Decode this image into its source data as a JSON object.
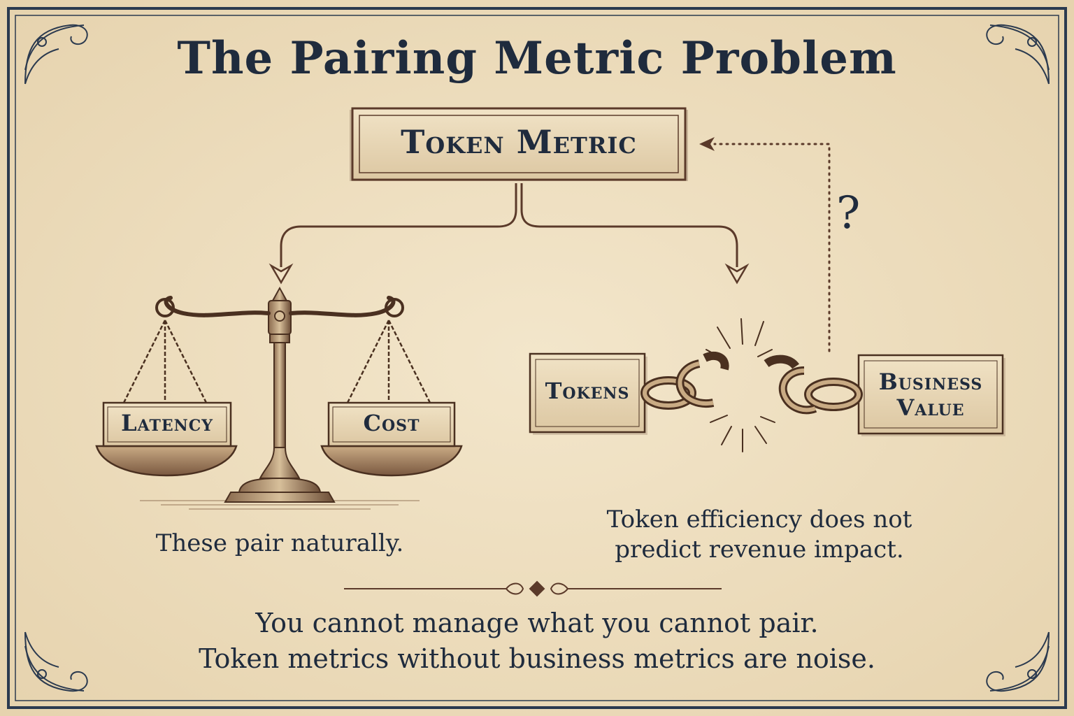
{
  "title": "The Pairing Metric Problem",
  "token_metric": {
    "label": "Token Metric"
  },
  "scale": {
    "left_pan": "Latency",
    "right_pan": "Cost",
    "caption": "These pair naturally."
  },
  "chain": {
    "left_block": "Tokens",
    "right_block_line1": "Business",
    "right_block_line2": "Value",
    "question": "?",
    "caption_line1": "Token efficiency does not",
    "caption_line2": "predict revenue impact."
  },
  "footer": {
    "line1": "You cannot manage what you cannot pair.",
    "line2": "Token metrics without business metrics are noise."
  },
  "colors": {
    "paper": "#efe1c4",
    "ink_navy": "#1f2b3d",
    "ink_brown": "#5b3a2a"
  }
}
